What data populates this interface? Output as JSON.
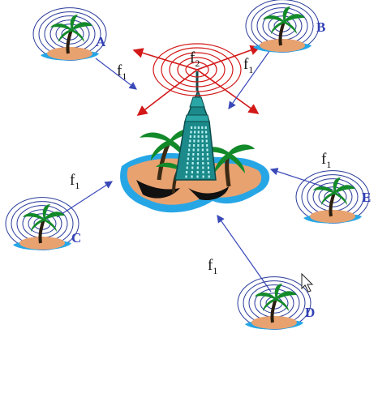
{
  "diagram": {
    "hub_label": "f",
    "hub_subscript": "2",
    "uplink_label": "f",
    "uplink_subscript": "1",
    "islands": [
      {
        "id": "A",
        "label": "A"
      },
      {
        "id": "B",
        "label": "B"
      },
      {
        "id": "C",
        "label": "C"
      },
      {
        "id": "D",
        "label": "D"
      },
      {
        "id": "E",
        "label": "E"
      }
    ]
  },
  "colors": {
    "blue_arrow": "#3a49b8",
    "red_arrow": "#d31818",
    "ring": "#2a3b9a",
    "sand": "#e8a270",
    "water": "#27a6e6",
    "palm_green": "#138a2a",
    "tower": "#1c8a8a",
    "island_letter": "#3140b5"
  }
}
